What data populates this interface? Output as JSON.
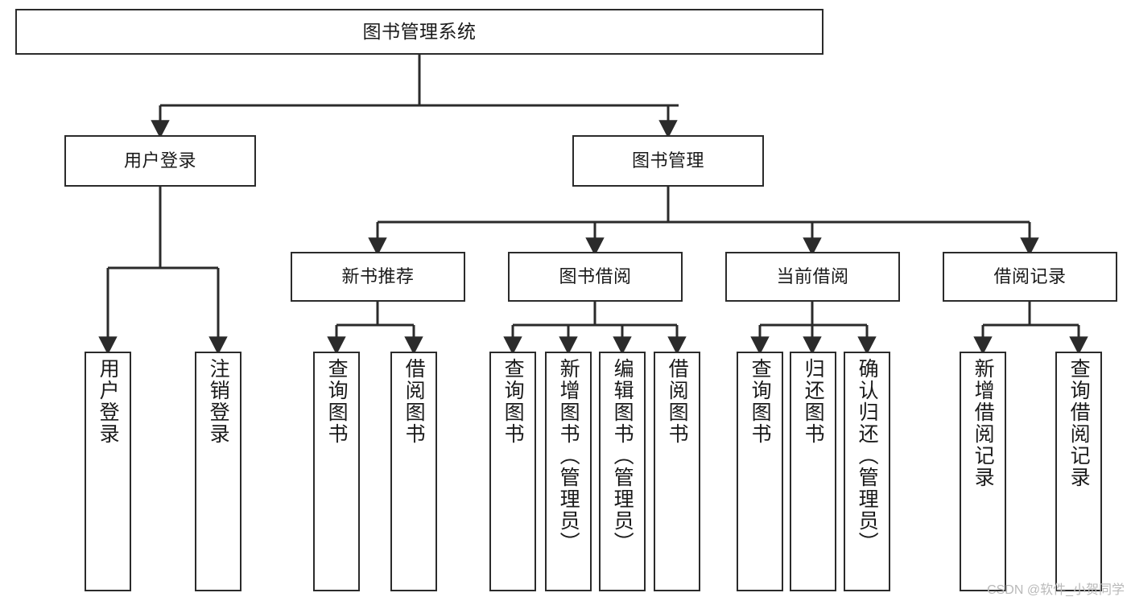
{
  "diagram": {
    "type": "tree",
    "title": "图书管理系统",
    "orientation": "top-down",
    "root": {
      "label": "图书管理系统"
    },
    "level2": [
      {
        "label": "用户登录"
      },
      {
        "label": "图书管理"
      }
    ],
    "level3": [
      {
        "label": "新书推荐"
      },
      {
        "label": "图书借阅"
      },
      {
        "label": "当前借阅"
      },
      {
        "label": "借阅记录"
      }
    ],
    "leaves": {
      "user_login": [
        {
          "label": "用户登录"
        },
        {
          "label": "注销登录"
        }
      ],
      "new_book_recommend": [
        {
          "label": "查询图书"
        },
        {
          "label": "借阅图书"
        }
      ],
      "book_borrow": [
        {
          "label": "查询图书"
        },
        {
          "label": "新增图书（管理员）"
        },
        {
          "label": "编辑图书（管理员）"
        },
        {
          "label": "借阅图书"
        }
      ],
      "current_borrow": [
        {
          "label": "查询图书"
        },
        {
          "label": "归还图书"
        },
        {
          "label": "确认归还（管理员）"
        }
      ],
      "borrow_record": [
        {
          "label": "新增借阅记录"
        },
        {
          "label": "查询借阅记录"
        }
      ]
    }
  },
  "watermark": {
    "text": "CSDN @软件_小贺同学"
  },
  "colors": {
    "stroke": "#2b2b2b",
    "fill": "#ffffff",
    "text": "#1a1a1a",
    "watermark": "#b9b9b9"
  }
}
